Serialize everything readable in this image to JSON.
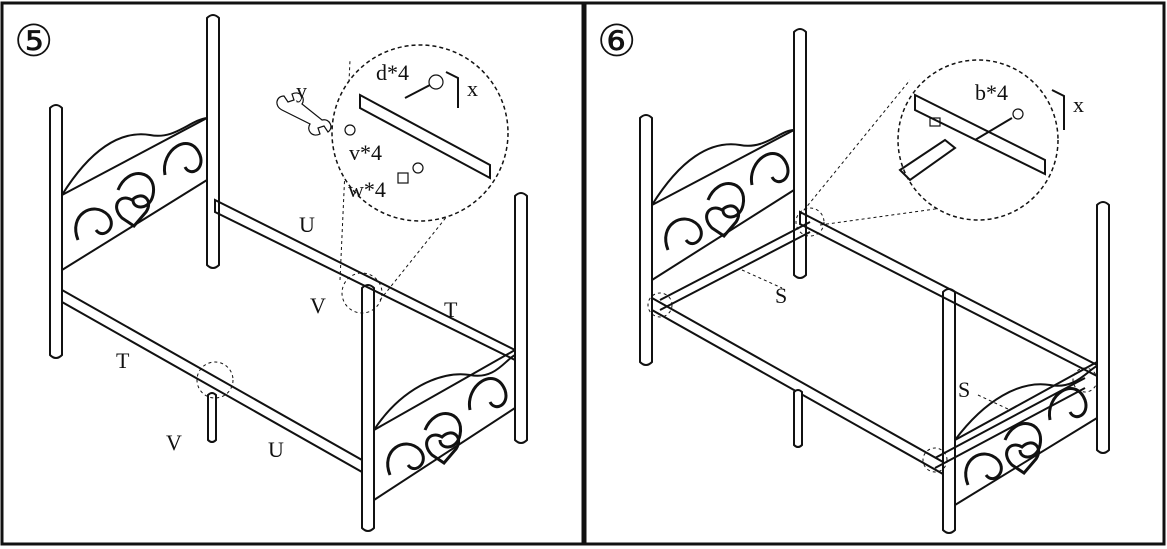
{
  "panels": [
    {
      "step": "⑤",
      "labels": {
        "top_rail": "U",
        "side_rail_right": "T",
        "side_rail_left": "T",
        "bracket_top": "V",
        "bracket_bottom": "V",
        "bottom_rail": "U",
        "wrench": "y"
      },
      "zoom": {
        "bolt": "d*4",
        "allen_key": "x",
        "washer": "v*4",
        "nut": "w*4"
      }
    },
    {
      "step": "⑥",
      "labels": {
        "slat_top": "S",
        "slat_bottom": "S"
      },
      "zoom": {
        "bolt": "b*4",
        "allen_key": "x"
      }
    }
  ],
  "colors": {
    "line": "#111111",
    "background": "#ffffff"
  }
}
